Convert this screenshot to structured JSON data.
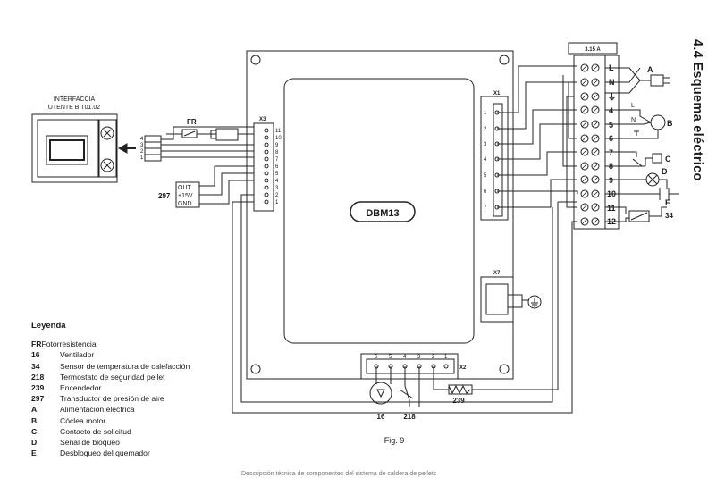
{
  "section_title": "4.4 Esquema eléctrico",
  "figure_caption": "Fig. 9",
  "footer_text": "Descripción técnica de componentes del sistema de caldera de pellets",
  "interface": {
    "line1": "INTERFACCIA",
    "line2": "UTENTE BIT01.02"
  },
  "board_label": "DBM13",
  "fuse_label": "3.15 A",
  "connectors": {
    "x1": "X1",
    "x2": "X2",
    "x3": "X3",
    "x7": "X7"
  },
  "x1_pins": [
    "1",
    "2",
    "3",
    "4",
    "5",
    "6",
    "7"
  ],
  "x3_pins": [
    "11",
    "10",
    "9",
    "8",
    "7",
    "6",
    "5",
    "4",
    "3",
    "2",
    "1"
  ],
  "x2_pins": [
    "6",
    "5",
    "4",
    "3",
    "2",
    "1"
  ],
  "interface_pins": [
    "4",
    "3",
    "2",
    "1"
  ],
  "terminals": [
    "L",
    "N",
    "⏚",
    "4",
    "5",
    "6",
    "7",
    "8",
    "9",
    "10",
    "11",
    "12"
  ],
  "component_labels": {
    "fr": "FR",
    "sensor_297": "297",
    "sensor_297_pins": [
      "OUT",
      "+15V",
      "GND"
    ],
    "ignitor_239": "239",
    "fan_16": "16",
    "thermostat_218": "218",
    "probe_34": "34",
    "a": "A",
    "b": "B",
    "c": "C",
    "d": "D",
    "e": "E",
    "l": "L",
    "n": "N"
  },
  "legend": {
    "title": "Leyenda",
    "items": [
      {
        "code": "FR",
        "text": "Fotorresistencia"
      },
      {
        "code": "16",
        "text": "Ventilador"
      },
      {
        "code": "34",
        "text": "Sensor de temperatura de calefacción"
      },
      {
        "code": "218",
        "text": "Termostato de seguridad pellet"
      },
      {
        "code": "239",
        "text": "Encendedor"
      },
      {
        "code": "297",
        "text": "Transductor de presión de aire"
      },
      {
        "code": "A",
        "text": "Alimentación eléctrica"
      },
      {
        "code": "B",
        "text": "Cóclea motor"
      },
      {
        "code": "C",
        "text": "Contacto de solicitud"
      },
      {
        "code": "D",
        "text": "Señal de bloqueo"
      },
      {
        "code": "E",
        "text": "Desbloqueo del quemador"
      }
    ]
  },
  "colors": {
    "line": "#222222",
    "background": "#ffffff"
  }
}
